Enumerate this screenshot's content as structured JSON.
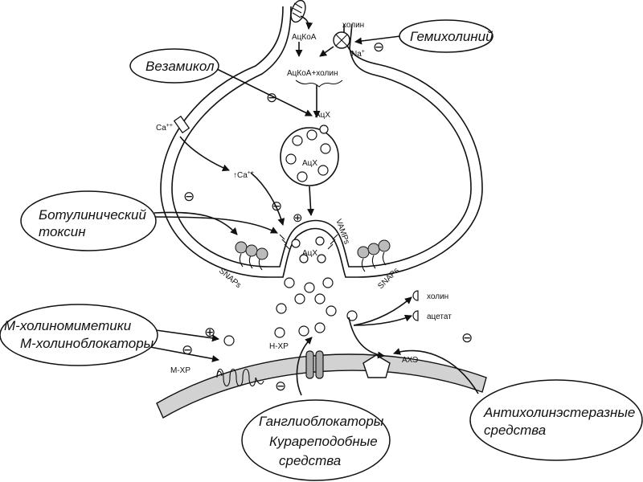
{
  "labels": {
    "hemicholinium": "Гемихолиний",
    "vesamicol": "Везамикол",
    "botulinum_line1": "Ботулинический",
    "botulinum_line2": "токсин",
    "m_cholinomimetics": "М-холиномиметики",
    "m_cholinoblockers": "М-холиноблокаторы",
    "ganglioblockers": "Ганглиоблокаторы",
    "curare_like": "Курареподобные",
    "agents": "средства",
    "anticholinesterase_line1": "Антихолинэстеразные",
    "anticholinesterase_line2": "средства",
    "choline_top": "холин",
    "na": "Na",
    "na_sup": "+",
    "acetyl_coa": "АцКоА",
    "acetyl_coa_choline": "АцКоА+холин",
    "ach_top": "АцХ",
    "ach_vesicle": "АцХ",
    "ach_cleft": "АцХ",
    "ca_outer": "Ca",
    "ca_outer_sup": "++",
    "ca_inner": "↑Ca",
    "ca_inner_sup": "++",
    "snaps_left": "SNAPs",
    "snaps_right": "SNAPs",
    "vamps": "VAMPs",
    "choline_right": "холин",
    "acetate": "ацетат",
    "m_receptor": "М-ХР",
    "n_receptor": "Н-ХР",
    "ache": "АХЭ",
    "minus": "⊖",
    "plus": "⊕"
  },
  "colors": {
    "ink": "#111111",
    "membrane_fill": "#e4e4e4",
    "postsynaptic_fill": "#d2d2d2",
    "background": "#ffffff"
  }
}
